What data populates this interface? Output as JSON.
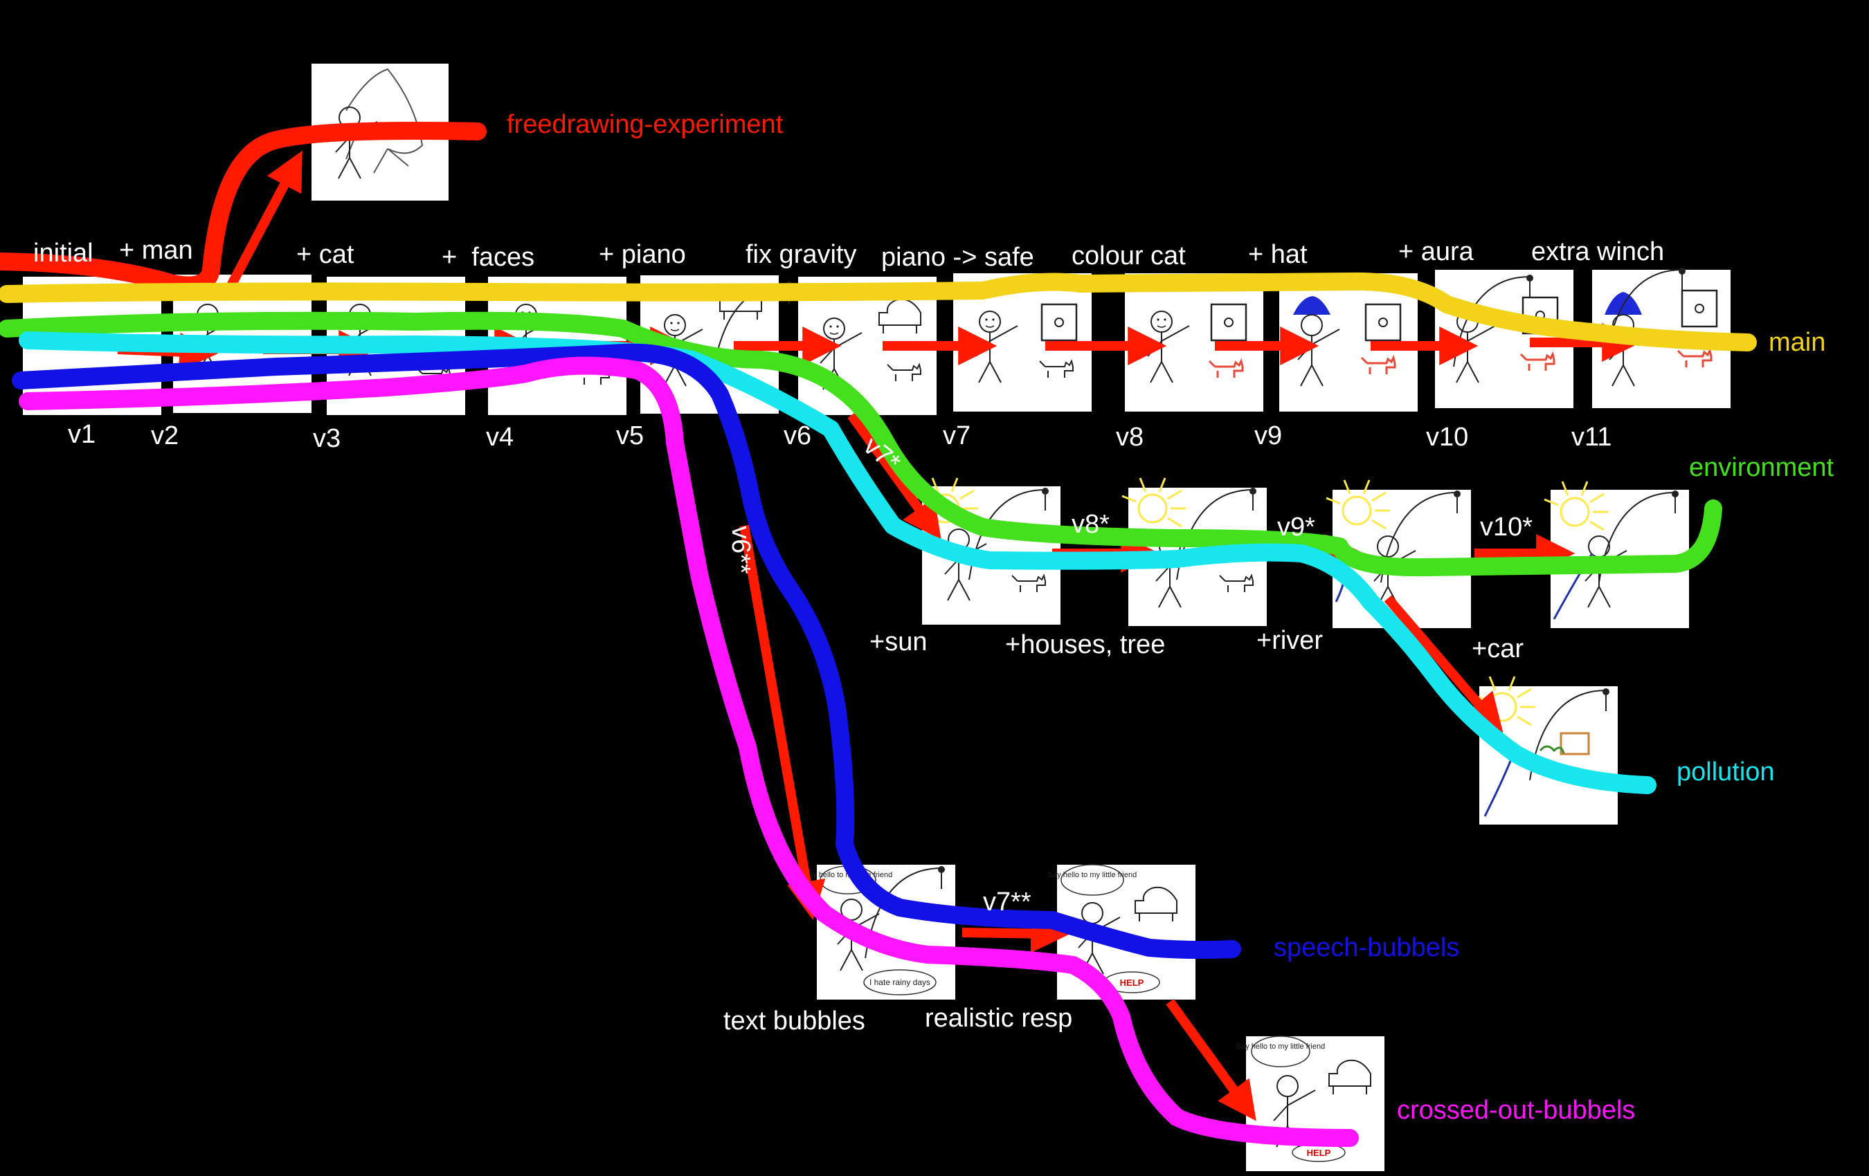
{
  "colors": {
    "background": "#000000",
    "arrow_red": "#ff1a00",
    "branch_main": "#f3d21a",
    "branch_environment": "#44e01e",
    "branch_pollution": "#18e6ef",
    "branch_speech": "#1212e6",
    "branch_crossed": "#ff16ff",
    "branch_freedrawing": "#ff1a00",
    "sun_yellow": "#ffe84a",
    "hat_blue": "#1e2ad6",
    "cat_red": "#e84a3a",
    "car_brown": "#c98236",
    "river_blue": "#2233aa"
  },
  "branches": {
    "freedrawing": "freedrawing-experiment",
    "main": "main",
    "environment": "environment",
    "pollution": "pollution",
    "speech": "speech-bubbels",
    "crossed": "crossed-out-bubbels"
  },
  "main_row": {
    "steps": [
      "initial",
      "+ man",
      "+ cat",
      "+  faces",
      "+ piano",
      "fix gravity",
      "piano -> safe",
      "colour cat",
      "+ hat",
      "+ aura",
      "extra winch"
    ],
    "versions": [
      "v1",
      "v2",
      "v3",
      "v4",
      "v5",
      "v6",
      "v7",
      "v8",
      "v9",
      "v10",
      "v11"
    ]
  },
  "environment_row": {
    "versions": [
      "v7*",
      "v8*",
      "v9*",
      "v10*"
    ],
    "steps": [
      "+sun",
      "+houses, tree",
      "+river"
    ]
  },
  "pollution_row": {
    "step": "+car"
  },
  "speech_row": {
    "version_top": "v6**",
    "version_mid": "v7**",
    "steps": [
      "text bubbles",
      "realistic resp"
    ]
  },
  "bubbles": {
    "say_hello": "Say hello to my little friend",
    "hate_rain": "I hate rainy days",
    "help": "HELP"
  },
  "icons": [
    "stick-figure-icon",
    "cat-icon",
    "piano-icon",
    "safe-icon",
    "hat-icon",
    "sun-icon",
    "car-icon",
    "river-icon",
    "house-icon",
    "tree-icon"
  ]
}
